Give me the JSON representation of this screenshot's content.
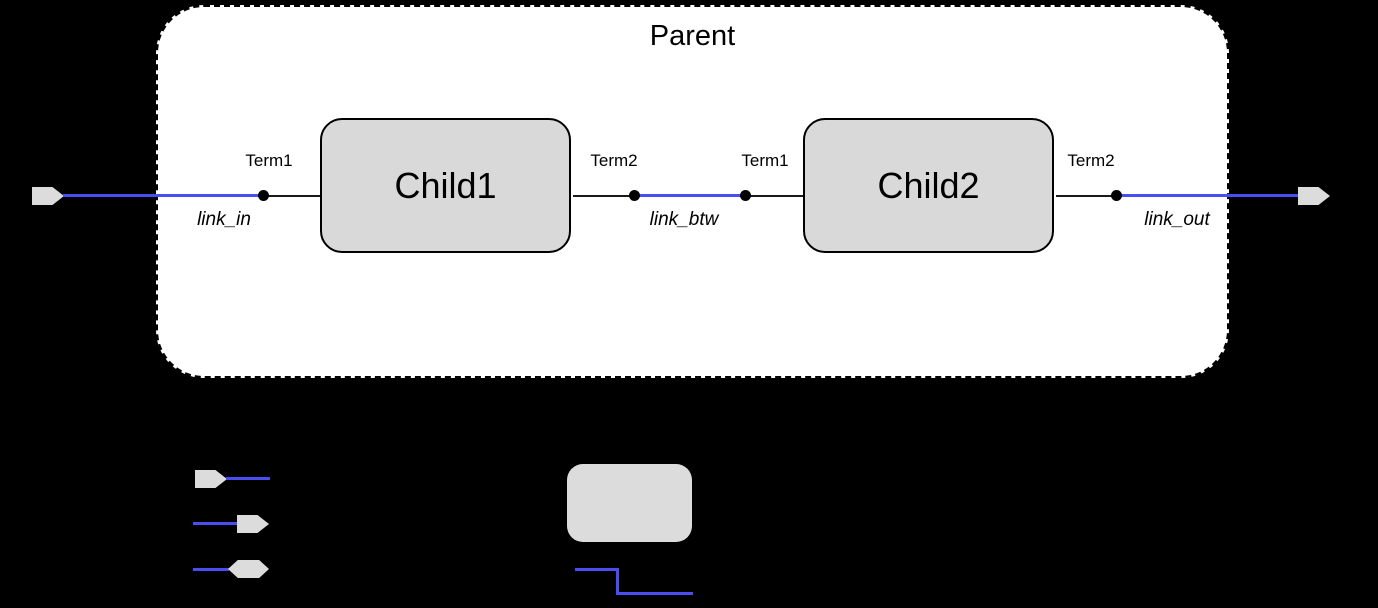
{
  "diagram": {
    "parent_label": "Parent",
    "blocks": [
      {
        "label": "Child1",
        "terminals": [
          "Term1",
          "Term2"
        ]
      },
      {
        "label": "Child2",
        "terminals": [
          "Term1",
          "Term2"
        ]
      }
    ],
    "link_labels": [
      "link_in",
      "link_btw",
      "link_out"
    ]
  },
  "legend": {
    "symbols": [
      "input-port-arrow",
      "output-port-arrow",
      "inout-port-arrow",
      "block-symbol",
      "link-step-line"
    ]
  },
  "colors": {
    "background": "#000000",
    "parent_fill": "#ffffff",
    "block_fill": "#d9d9d9",
    "symbol_fill": "#dcdcdc",
    "outline": "#000000",
    "wire": "#1a1a1a",
    "link": "#4a4ef2",
    "text": "#000000"
  }
}
